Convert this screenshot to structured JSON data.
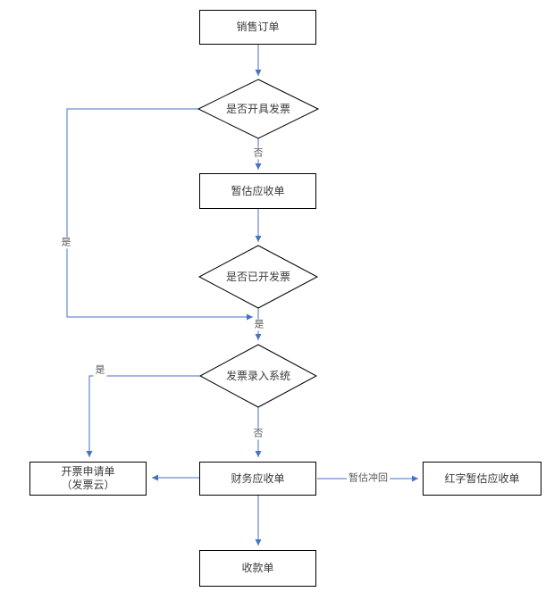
{
  "diagram": {
    "background_color": "#ffffff",
    "connector_color": "#4472c4",
    "shape_border_color": "#000000",
    "nodes": {
      "sales_order": {
        "label": "销售订单"
      },
      "decision_issue_invoice": {
        "label": "是否开具发票"
      },
      "estimated_receivable": {
        "label": "暂估应收单"
      },
      "decision_invoice_issued": {
        "label": "是否已开发票"
      },
      "decision_invoice_entry_system": {
        "label": "发票录入系统"
      },
      "invoice_application": {
        "label_line1": "开票申请单",
        "label_line2": "（发票云）"
      },
      "finance_receivable": {
        "label": "财务应收单"
      },
      "red_letter_estimated_receivable": {
        "label": "红字暂估应收单"
      },
      "receipt": {
        "label": "收款单"
      }
    },
    "edge_labels": {
      "no_after_issue_invoice": "否",
      "yes_loop_from_issue_invoice": "是",
      "yes_after_invoice_issued": "是",
      "yes_from_entry_system": "是",
      "no_from_entry_system": "否",
      "estimate_reversal": "暂估冲回"
    }
  }
}
